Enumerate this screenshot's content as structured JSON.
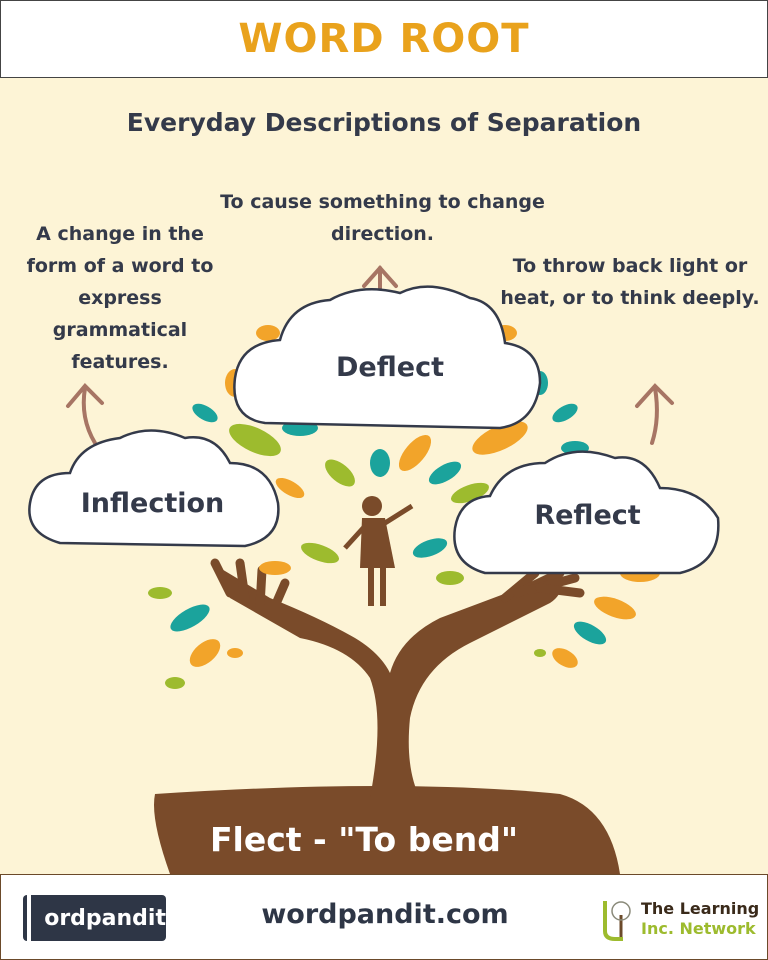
{
  "header": {
    "title": "WORD ROOT"
  },
  "subtitle": "Everyday Descriptions of Separation",
  "words": [
    {
      "word": "Inflection",
      "definition": "A change in the form of a word to express grammatical features."
    },
    {
      "word": "Deflect",
      "definition": "To cause something to change direction."
    },
    {
      "word": "Reflect",
      "definition": "To throw back light or heat, or to think deeply."
    }
  ],
  "root": "Flect - \"To bend\"",
  "footer": {
    "logo": "ordpandit",
    "site": "wordpandit.com",
    "network_line1": "The Learning",
    "network_line2": "Inc. Network"
  },
  "colors": {
    "title": "#E9A21C",
    "background": "#FDF4D6",
    "brown": "#7A4B2A",
    "text": "#343A4A"
  }
}
